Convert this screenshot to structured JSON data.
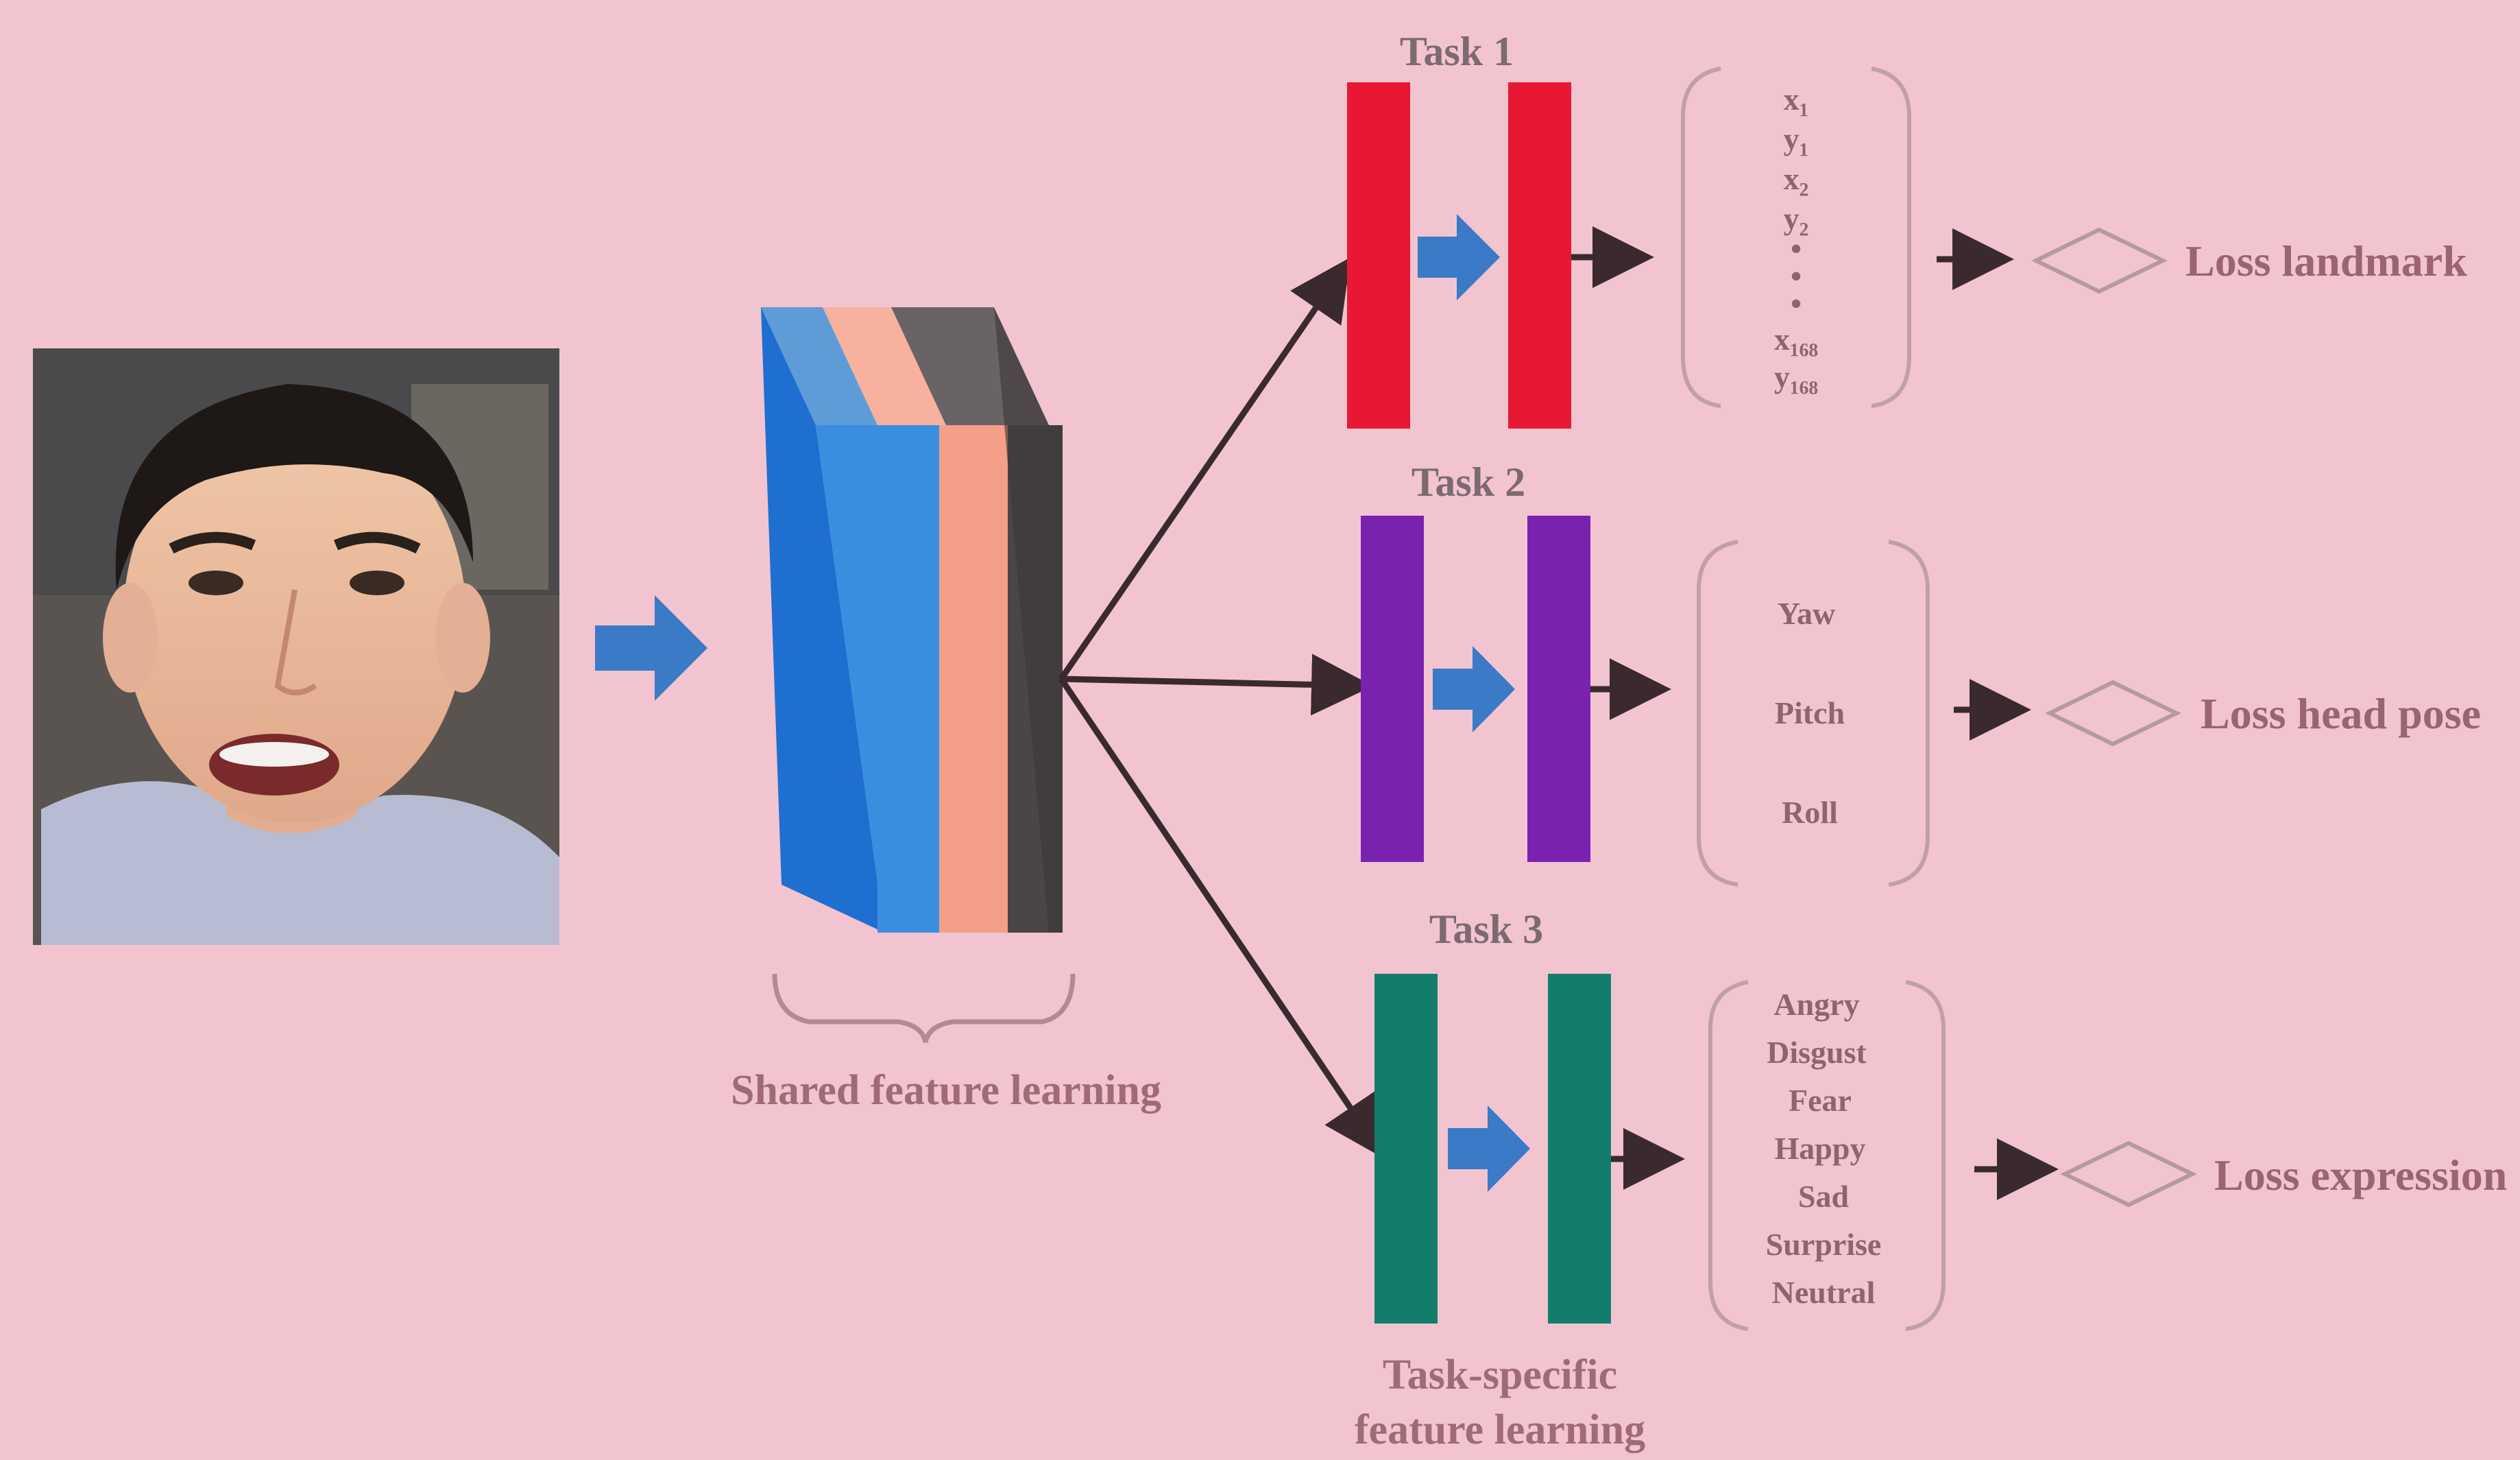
{
  "colors": {
    "background": "#f2c4d0",
    "task1": "#e81835",
    "task2": "#7a22b0",
    "task3": "#127d6a",
    "arrow_blue": "#3b7ac6",
    "shared_blue": "#1f6fd0",
    "shared_light_blue": "#3a8ee0",
    "shared_salmon": "#f4a088",
    "shared_gray": "#4a4548"
  },
  "input": {
    "icon": "face-photo"
  },
  "shared": {
    "label": "Shared feature learning"
  },
  "specific": {
    "label_line1": "Task-specific",
    "label_line2": "feature learning"
  },
  "tasks": [
    {
      "title": "Task 1",
      "outputs": [
        "x₁",
        "y₁",
        "x₂",
        "y₂",
        "•",
        "•",
        "•",
        "x₁₆₈",
        "y₁₆₈"
      ],
      "loss": "Loss landmark"
    },
    {
      "title": "Task 2",
      "outputs": [
        "Yaw",
        "Pitch",
        "Roll"
      ],
      "loss": "Loss head pose"
    },
    {
      "title": "Task 3",
      "outputs": [
        "Angry",
        "Disgust",
        "Fear",
        "Happy",
        "Sad",
        "Surprise",
        "Neutral"
      ],
      "loss": "Loss expression"
    }
  ]
}
